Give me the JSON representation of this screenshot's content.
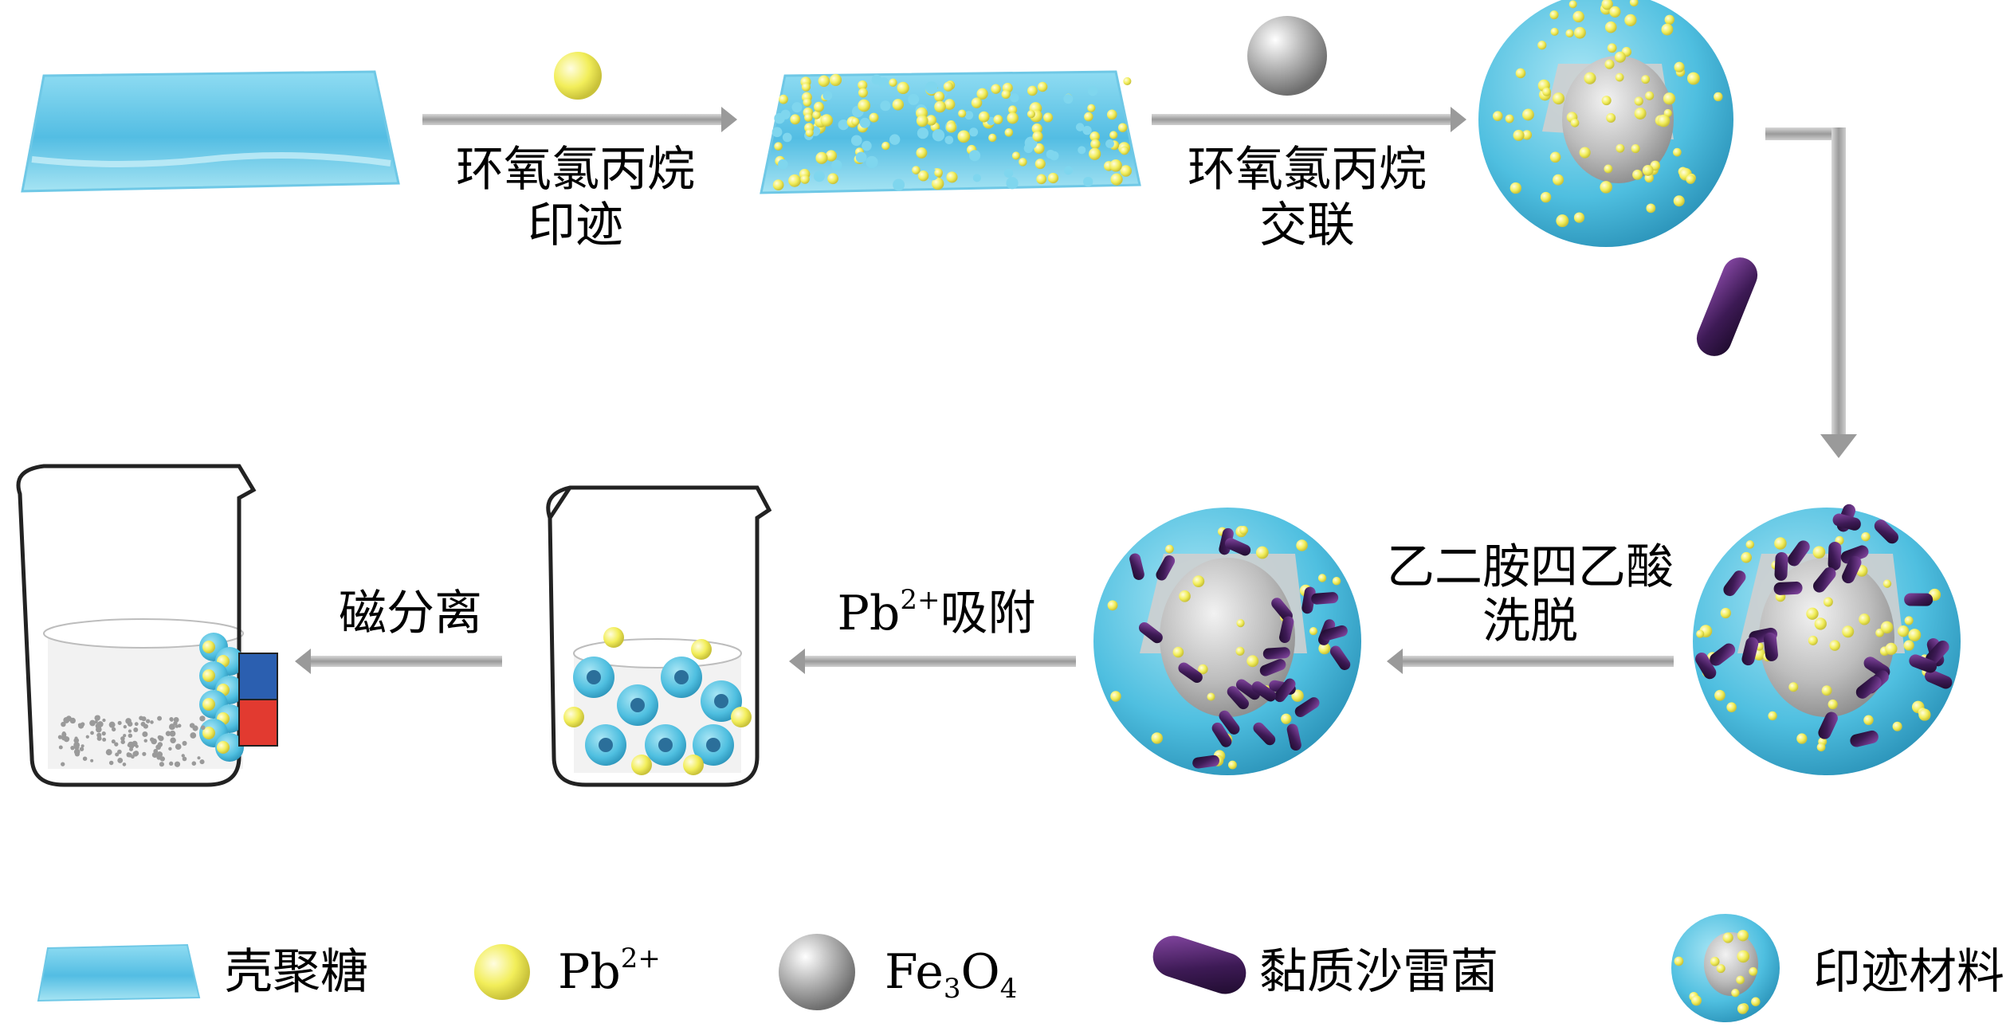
{
  "steps": {
    "step1": {
      "line1": "环氧氯丙烷",
      "line2": "印迹"
    },
    "step2": {
      "line1": "环氧氯丙烷",
      "line2": "交联"
    },
    "step3": {
      "line1": "乙二胺四乙酸",
      "line2": "洗脱"
    },
    "step4": {
      "prefix": "Pb",
      "sup": "2+",
      "suffix": "吸附"
    },
    "step5": {
      "text": "磁分离"
    }
  },
  "legend": {
    "chitosan": "壳聚糖",
    "pb": {
      "base": "Pb",
      "sup": "2+"
    },
    "fe3o4": {
      "a": "Fe",
      "b": "3",
      "c": "O",
      "d": "4"
    },
    "bacteria": "黏质沙雷菌",
    "imprint": "印迹材料"
  },
  "colors": {
    "chitosan": "#5cc3e6",
    "pb_ion": "#f2ee5a",
    "fe3o4": "#a8a8a8",
    "bacteria": "#3d1a55",
    "arrow": "#9a9a9a",
    "magnet_top": "#2b5fb0",
    "magnet_bottom": "#e23a30"
  }
}
